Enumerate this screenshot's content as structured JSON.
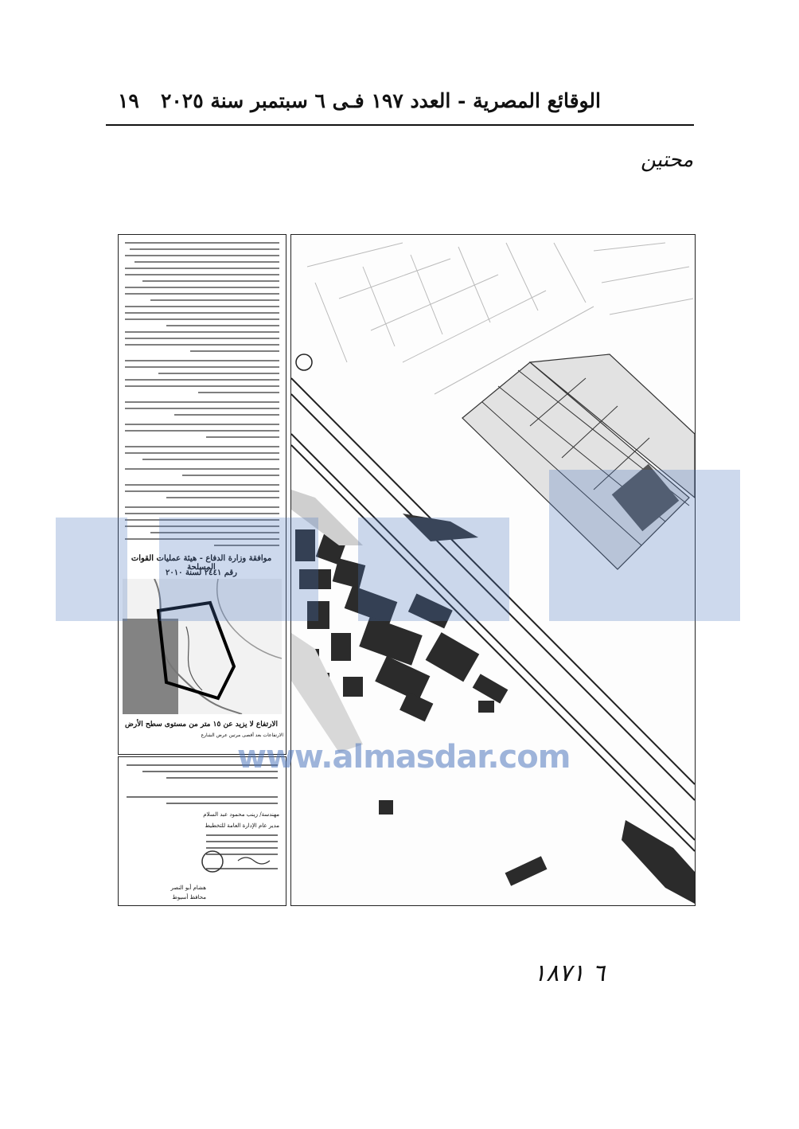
{
  "header": {
    "title": "الوقائع المصرية - العدد ١٩٧ فـى ٦ سبتمبر سنة ٢٠٢٥",
    "page_number": "١٩"
  },
  "top_note": "محتين",
  "notes_panel": {
    "approval_line": "موافقة وزارة الدفاع - هيئة عمليات القوات المسلحة",
    "approval_number": "رقم ٢٤٤١ لسنة ٢٠١٠",
    "height_limit": "الارتفاع لا يزيد عن ١٥ متر من مستوى سطح الأرض",
    "height_note": "الارتفاعات بعد أقصى مرتين عرض الشارع"
  },
  "signatures": {
    "engineer": "مهندسة/ زينب محمود عبد السلام",
    "general_manager": "مدير عام الإدارة العامة للتخطيط",
    "governor": "هشام أبو النصر",
    "governor_title": "محافظ أسيوط"
  },
  "watermark": {
    "site_url": "www.almasdar.com",
    "color": "#4a78c0"
  },
  "handwritten_number": "٦ ١٨٧١"
}
